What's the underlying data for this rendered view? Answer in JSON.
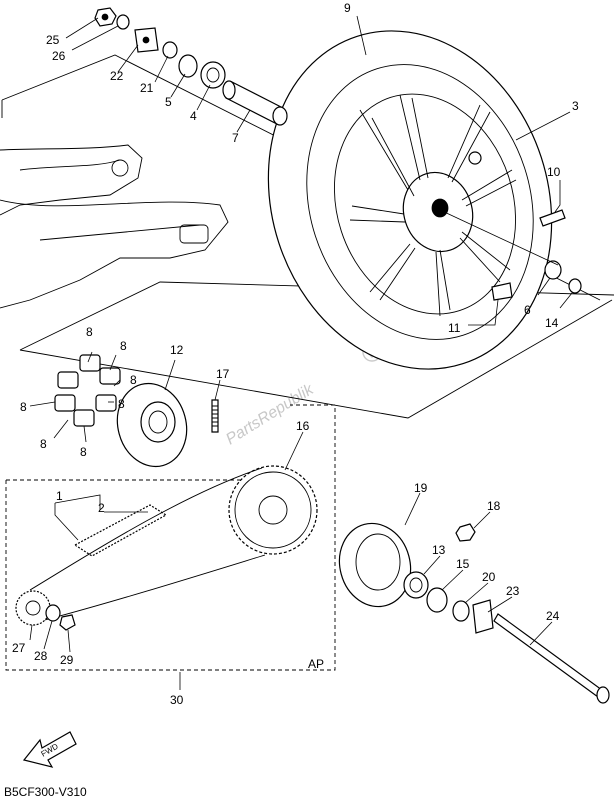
{
  "diagram": {
    "code": "B5CF300-V310",
    "ap_label": "AP",
    "fwd_label": "FWD",
    "watermark": "PartsRepublik",
    "callouts": {
      "1": "1",
      "2": "2",
      "3": "3",
      "4": "4",
      "5": "5",
      "6": "6",
      "7": "7",
      "8": "8",
      "9": "9",
      "10": "10",
      "11": "11",
      "12": "12",
      "13": "13",
      "14": "14",
      "15": "15",
      "16": "16",
      "17": "17",
      "18": "18",
      "19": "19",
      "20": "20",
      "21": "21",
      "22": "22",
      "23": "23",
      "24": "24",
      "25": "25",
      "26": "26",
      "27": "27",
      "28": "28",
      "29": "29",
      "30": "30"
    }
  }
}
